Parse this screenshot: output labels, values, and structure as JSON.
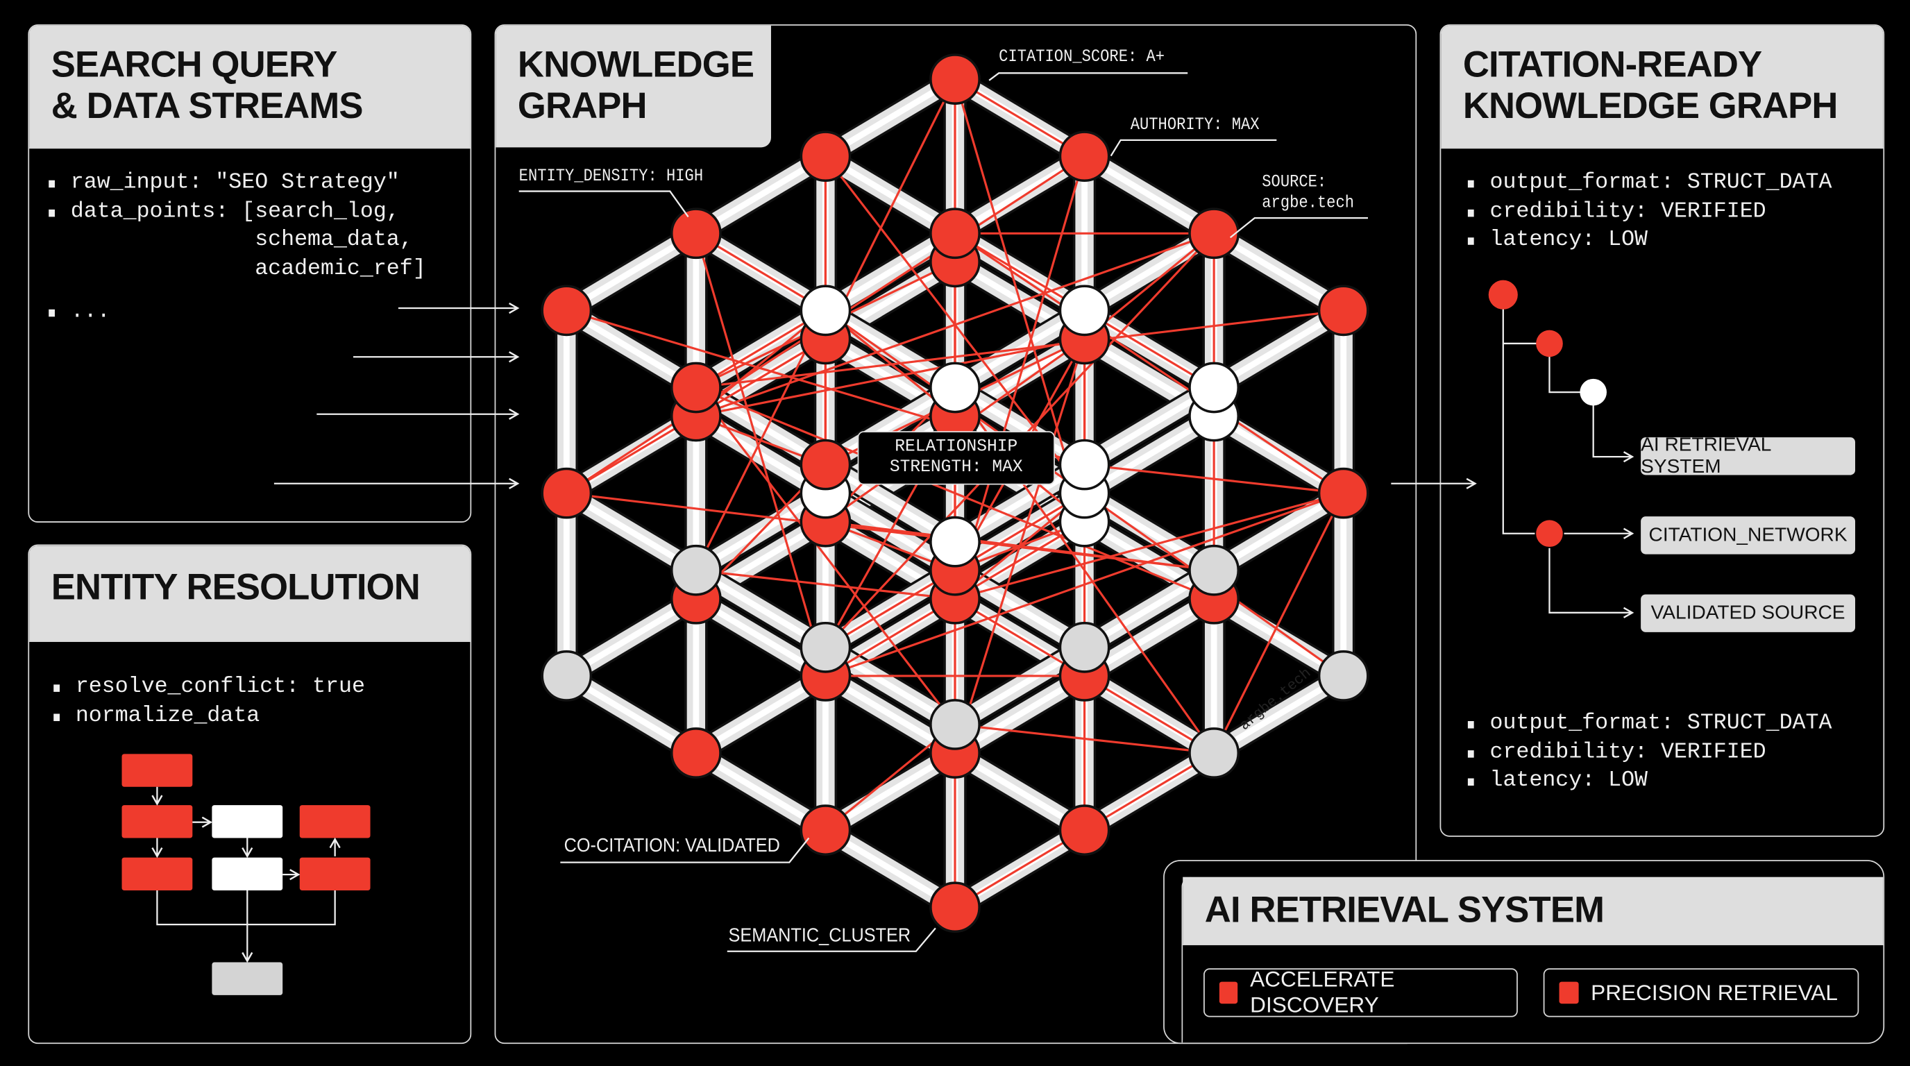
{
  "colors": {
    "accent": "#ef3b2d",
    "panel_header": "#dedede",
    "background": "#000000",
    "node_white": "#ffffff",
    "node_gray": "#d9d9d9"
  },
  "search_panel": {
    "title": "SEARCH QUERY\n& DATA STREAMS",
    "items": [
      "raw_input: \"SEO Strategy\"",
      "data_points: [search_log,\n              schema_data,\n              academic_ref]",
      "..."
    ]
  },
  "entity_panel": {
    "title": "ENTITY RESOLUTION",
    "items": [
      "resolve_conflict: true",
      "normalize_data"
    ]
  },
  "graph_panel": {
    "title": "KNOWLEDGE\nGRAPH",
    "labels": {
      "citation_score": "CITATION_SCORE: A+",
      "authority": "AUTHORITY: MAX",
      "source": "SOURCE:\nargbe.tech",
      "entity_density": "ENTITY_DENSITY: HIGH",
      "relationship": "RELATIONSHIP\nSTRENGTH: MAX",
      "co_citation": "CO-CITATION: VALIDATED",
      "semantic_cluster": "SEMANTIC_CLUSTER",
      "watermark": "argbe.tech"
    }
  },
  "citation_panel": {
    "title": "CITATION-READY\nKNOWLEDGE GRAPH",
    "items_top": [
      "output_format: STRUCT_DATA",
      "credibility: VERIFIED",
      "latency: LOW"
    ],
    "tree_targets": [
      "AI RETRIEVAL SYSTEM",
      "CITATION_NETWORK",
      "VALIDATED SOURCE"
    ],
    "items_bottom": [
      "output_format: STRUCT_DATA",
      "credibility: VERIFIED",
      "latency: LOW"
    ]
  },
  "retrieval_panel": {
    "title": "AI RETRIEVAL SYSTEM",
    "buttons": [
      "ACCELERATE DISCOVERY",
      "PRECISION RETRIEVAL"
    ]
  }
}
